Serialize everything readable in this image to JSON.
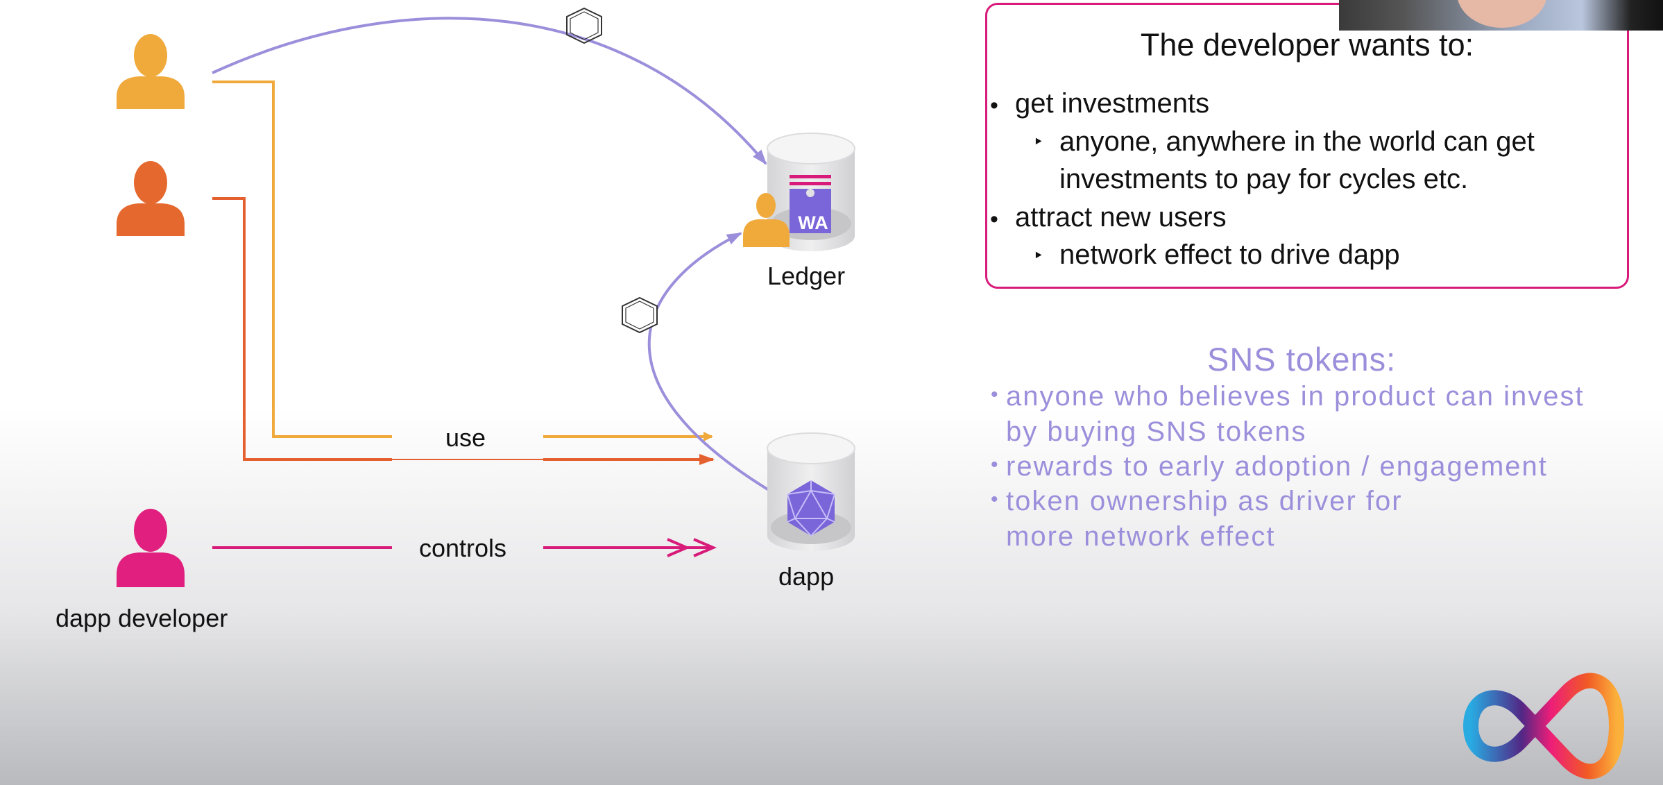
{
  "diagram": {
    "actors": {
      "user_top": "user-yellow",
      "user_mid": "user-orange",
      "developer_label": "dapp developer"
    },
    "edges": {
      "use_label": "use",
      "controls_label": "controls"
    },
    "nodes": {
      "ledger_label": "Ledger",
      "dapp_label": "dapp",
      "ledger_badge": "WA"
    },
    "colors": {
      "yellow": "#f0a93b",
      "orange": "#e5602f",
      "magenta": "#d81b7a",
      "purple": "#9b8fdb",
      "canister": "#e2e2e4"
    }
  },
  "developer_box": {
    "title": "The developer wants to:",
    "items": [
      {
        "text": "get investments",
        "sub": [
          "anyone, anywhere in the world can get",
          "investments to pay for cycles etc."
        ]
      },
      {
        "text": "attract new users",
        "sub": [
          "network effect to drive dapp"
        ]
      }
    ]
  },
  "sns": {
    "title": "SNS tokens:",
    "items": [
      [
        "anyone who believes in product can invest",
        "by buying SNS tokens"
      ],
      [
        "rewards to early adoption / engagement"
      ],
      [
        "token ownership as driver for",
        "more network effect"
      ]
    ]
  },
  "logo": "infinity-logo"
}
